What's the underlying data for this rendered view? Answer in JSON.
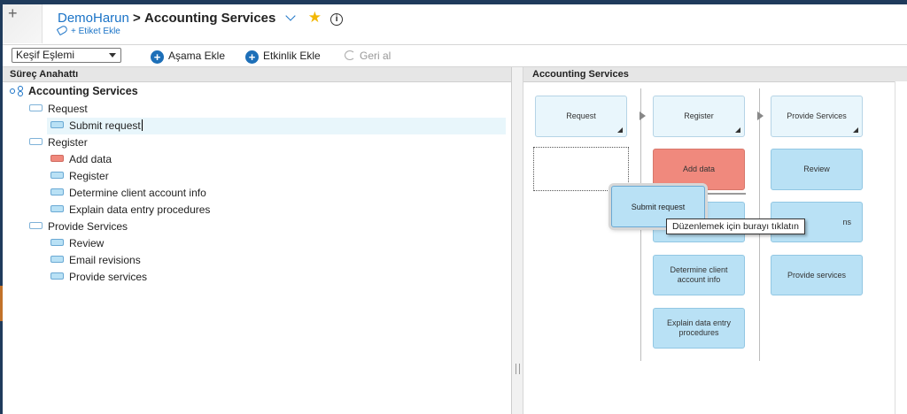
{
  "header": {
    "project": "DemoHarun",
    "separator": ">",
    "title": "Accounting Services",
    "add_tag": "+ Etiket Ekle",
    "star_color": "#f2b705"
  },
  "toolbar": {
    "view_select": "Keşif Eşlemi",
    "add_stage": "Aşama Ekle",
    "add_activity": "Etkinlik Ekle",
    "undo": "Geri al"
  },
  "outline": {
    "heading": "Süreç Anahattı",
    "root": "Accounting Services",
    "items": [
      {
        "label": "Request",
        "kind": "stage"
      },
      {
        "label": "Submit request",
        "kind": "activity",
        "selected": true
      },
      {
        "label": "Register",
        "kind": "stage"
      },
      {
        "label": "Add data",
        "kind": "activity-red"
      },
      {
        "label": "Register",
        "kind": "activity"
      },
      {
        "label": "Determine client account info",
        "kind": "activity"
      },
      {
        "label": "Explain data entry procedures",
        "kind": "activity"
      },
      {
        "label": "Provide Services",
        "kind": "stage"
      },
      {
        "label": "Review",
        "kind": "activity"
      },
      {
        "label": "Email revisions",
        "kind": "activity"
      },
      {
        "label": "Provide services",
        "kind": "activity"
      }
    ]
  },
  "map": {
    "heading": "Accounting Services",
    "stages": [
      "Request",
      "Register",
      "Provide Services"
    ],
    "register_activities": [
      "Add data",
      "Determine client account info",
      "Explain data entry procedures"
    ],
    "provide_activities": [
      "Review",
      "Provide services"
    ],
    "partial_label": "ns",
    "drag_card": "Submit request",
    "tooltip": "Düzenlemek için burayı tıklatın"
  },
  "colors": {
    "accent": "#1a73c7",
    "activity": "#b9e1f5",
    "highlight": "#f0897d",
    "topbar": "#1f3b5c"
  }
}
